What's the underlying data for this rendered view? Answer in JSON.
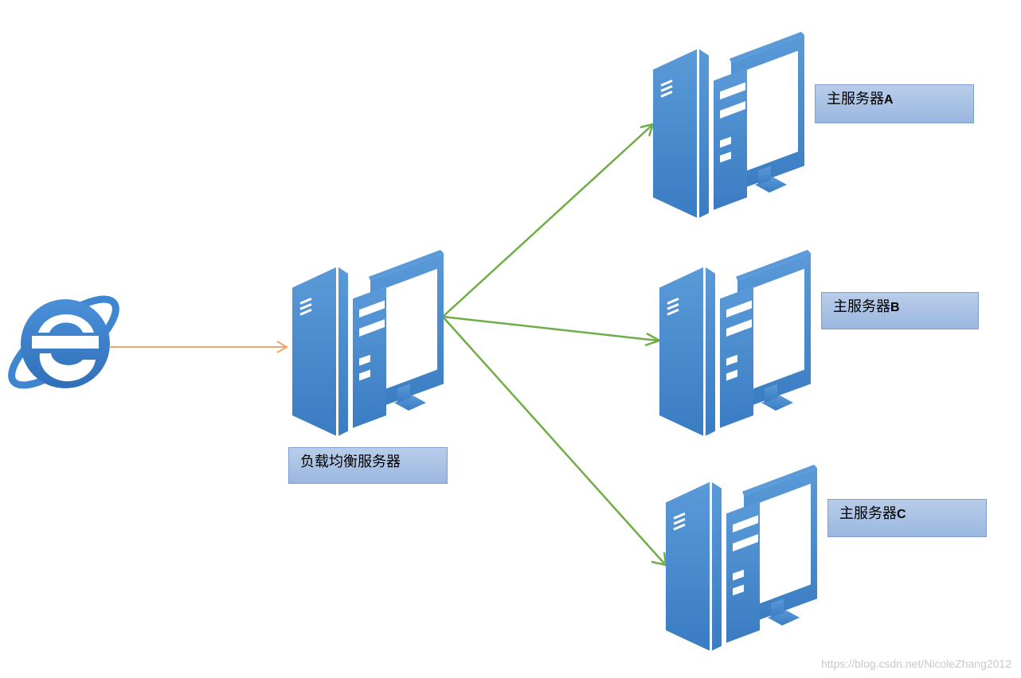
{
  "nodes": {
    "lb": {
      "label": "负载均衡服务器"
    },
    "server_a": {
      "label": "主服务器",
      "suffix": "A"
    },
    "server_b": {
      "label": "主服务器",
      "suffix": "B"
    },
    "server_c": {
      "label": "主服务器",
      "suffix": "C"
    }
  },
  "colors": {
    "server": "#3d85c6",
    "server_light": "#5b9bd5",
    "client_arrow": "#f4a46d",
    "server_arrow": "#70ad47",
    "label_fill": "#a7c0e4"
  },
  "icons": {
    "client": "internet-explorer-icon",
    "server": "server-computer-icon"
  },
  "watermark": "https://blog.csdn.net/NicoleZhang2012"
}
